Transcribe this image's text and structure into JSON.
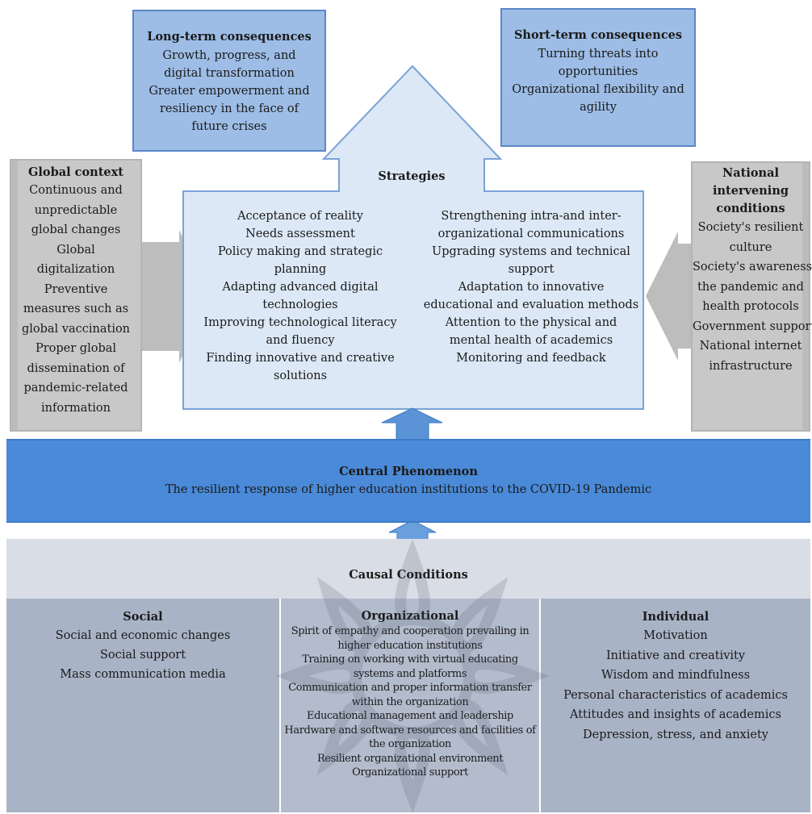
{
  "long_term": {
    "title": "Long-term consequences",
    "items": [
      "Growth, progress, and",
      "digital transformation",
      "Greater empowerment and",
      "resiliency in the face of",
      "future crises"
    ]
  },
  "short_term": {
    "title": "Short-term consequences",
    "items": [
      "Turning threats into",
      "opportunities",
      "Organizational flexibility and",
      "agility"
    ]
  },
  "strategies": {
    "title": "Strategies",
    "left": [
      "Acceptance of reality",
      "Needs assessment",
      "Policy making and strategic",
      "planning",
      "Adapting advanced digital",
      "technologies",
      "Improving technological literacy",
      "and fluency",
      "Finding innovative and creative",
      "solutions"
    ],
    "right": [
      "Strengthening intra-and inter-",
      "organizational communications",
      "Upgrading systems and technical",
      "support",
      "Adaptation to  innovative",
      "educational and evaluation methods",
      "Attention to the physical and",
      "mental health of academics",
      "Monitoring and feedback"
    ]
  },
  "global_context": {
    "title": "Global context",
    "items": [
      "Continuous and",
      "unpredictable",
      "global changes",
      "Global",
      "digitalization",
      "Preventive",
      "measures such as",
      "global vaccination",
      "Proper global",
      "dissemination of",
      "pandemic-related",
      "information"
    ]
  },
  "national": {
    "title_lines": [
      "National",
      "intervening",
      "conditions"
    ],
    "items": [
      "Society's resilient",
      "culture",
      "Society's awareness of",
      "the pandemic and",
      "health protocols",
      "Government support",
      "National internet",
      "infrastructure"
    ]
  },
  "central": {
    "title": "Central Phenomenon",
    "text": "The resilient response of higher education institutions to the COVID-19 Pandemic"
  },
  "causal": {
    "title": "Causal Conditions",
    "social": {
      "title": "Social",
      "items": [
        "Social and economic changes",
        "Social support",
        "Mass communication media"
      ]
    },
    "organizational": {
      "title": "Organizational",
      "items": [
        "Spirit of empathy and cooperation prevailing in",
        "higher education institutions",
        "Training on working with virtual educating",
        "systems and platforms",
        "Communication and proper information transfer",
        "within the organization",
        "Educational management and leadership",
        "Hardware and software resources and facilities of",
        "the organization",
        "Resilient organizational environment",
        "Organizational support"
      ]
    },
    "individual": {
      "title": "Individual",
      "items": [
        "Motivation",
        "Initiative and creativity",
        "Wisdom and mindfulness",
        "Personal characteristics of academics",
        "Attitudes and insights of academics",
        "Depression, stress, and anxiety"
      ]
    }
  },
  "colors": {
    "consequence_fill": "#9dbde6",
    "strategy_fill": "#dce8f6",
    "central_fill": "#4a8ad8",
    "context_fill": "#c8c8c8",
    "causal_fill": "#a9b3c6"
  }
}
